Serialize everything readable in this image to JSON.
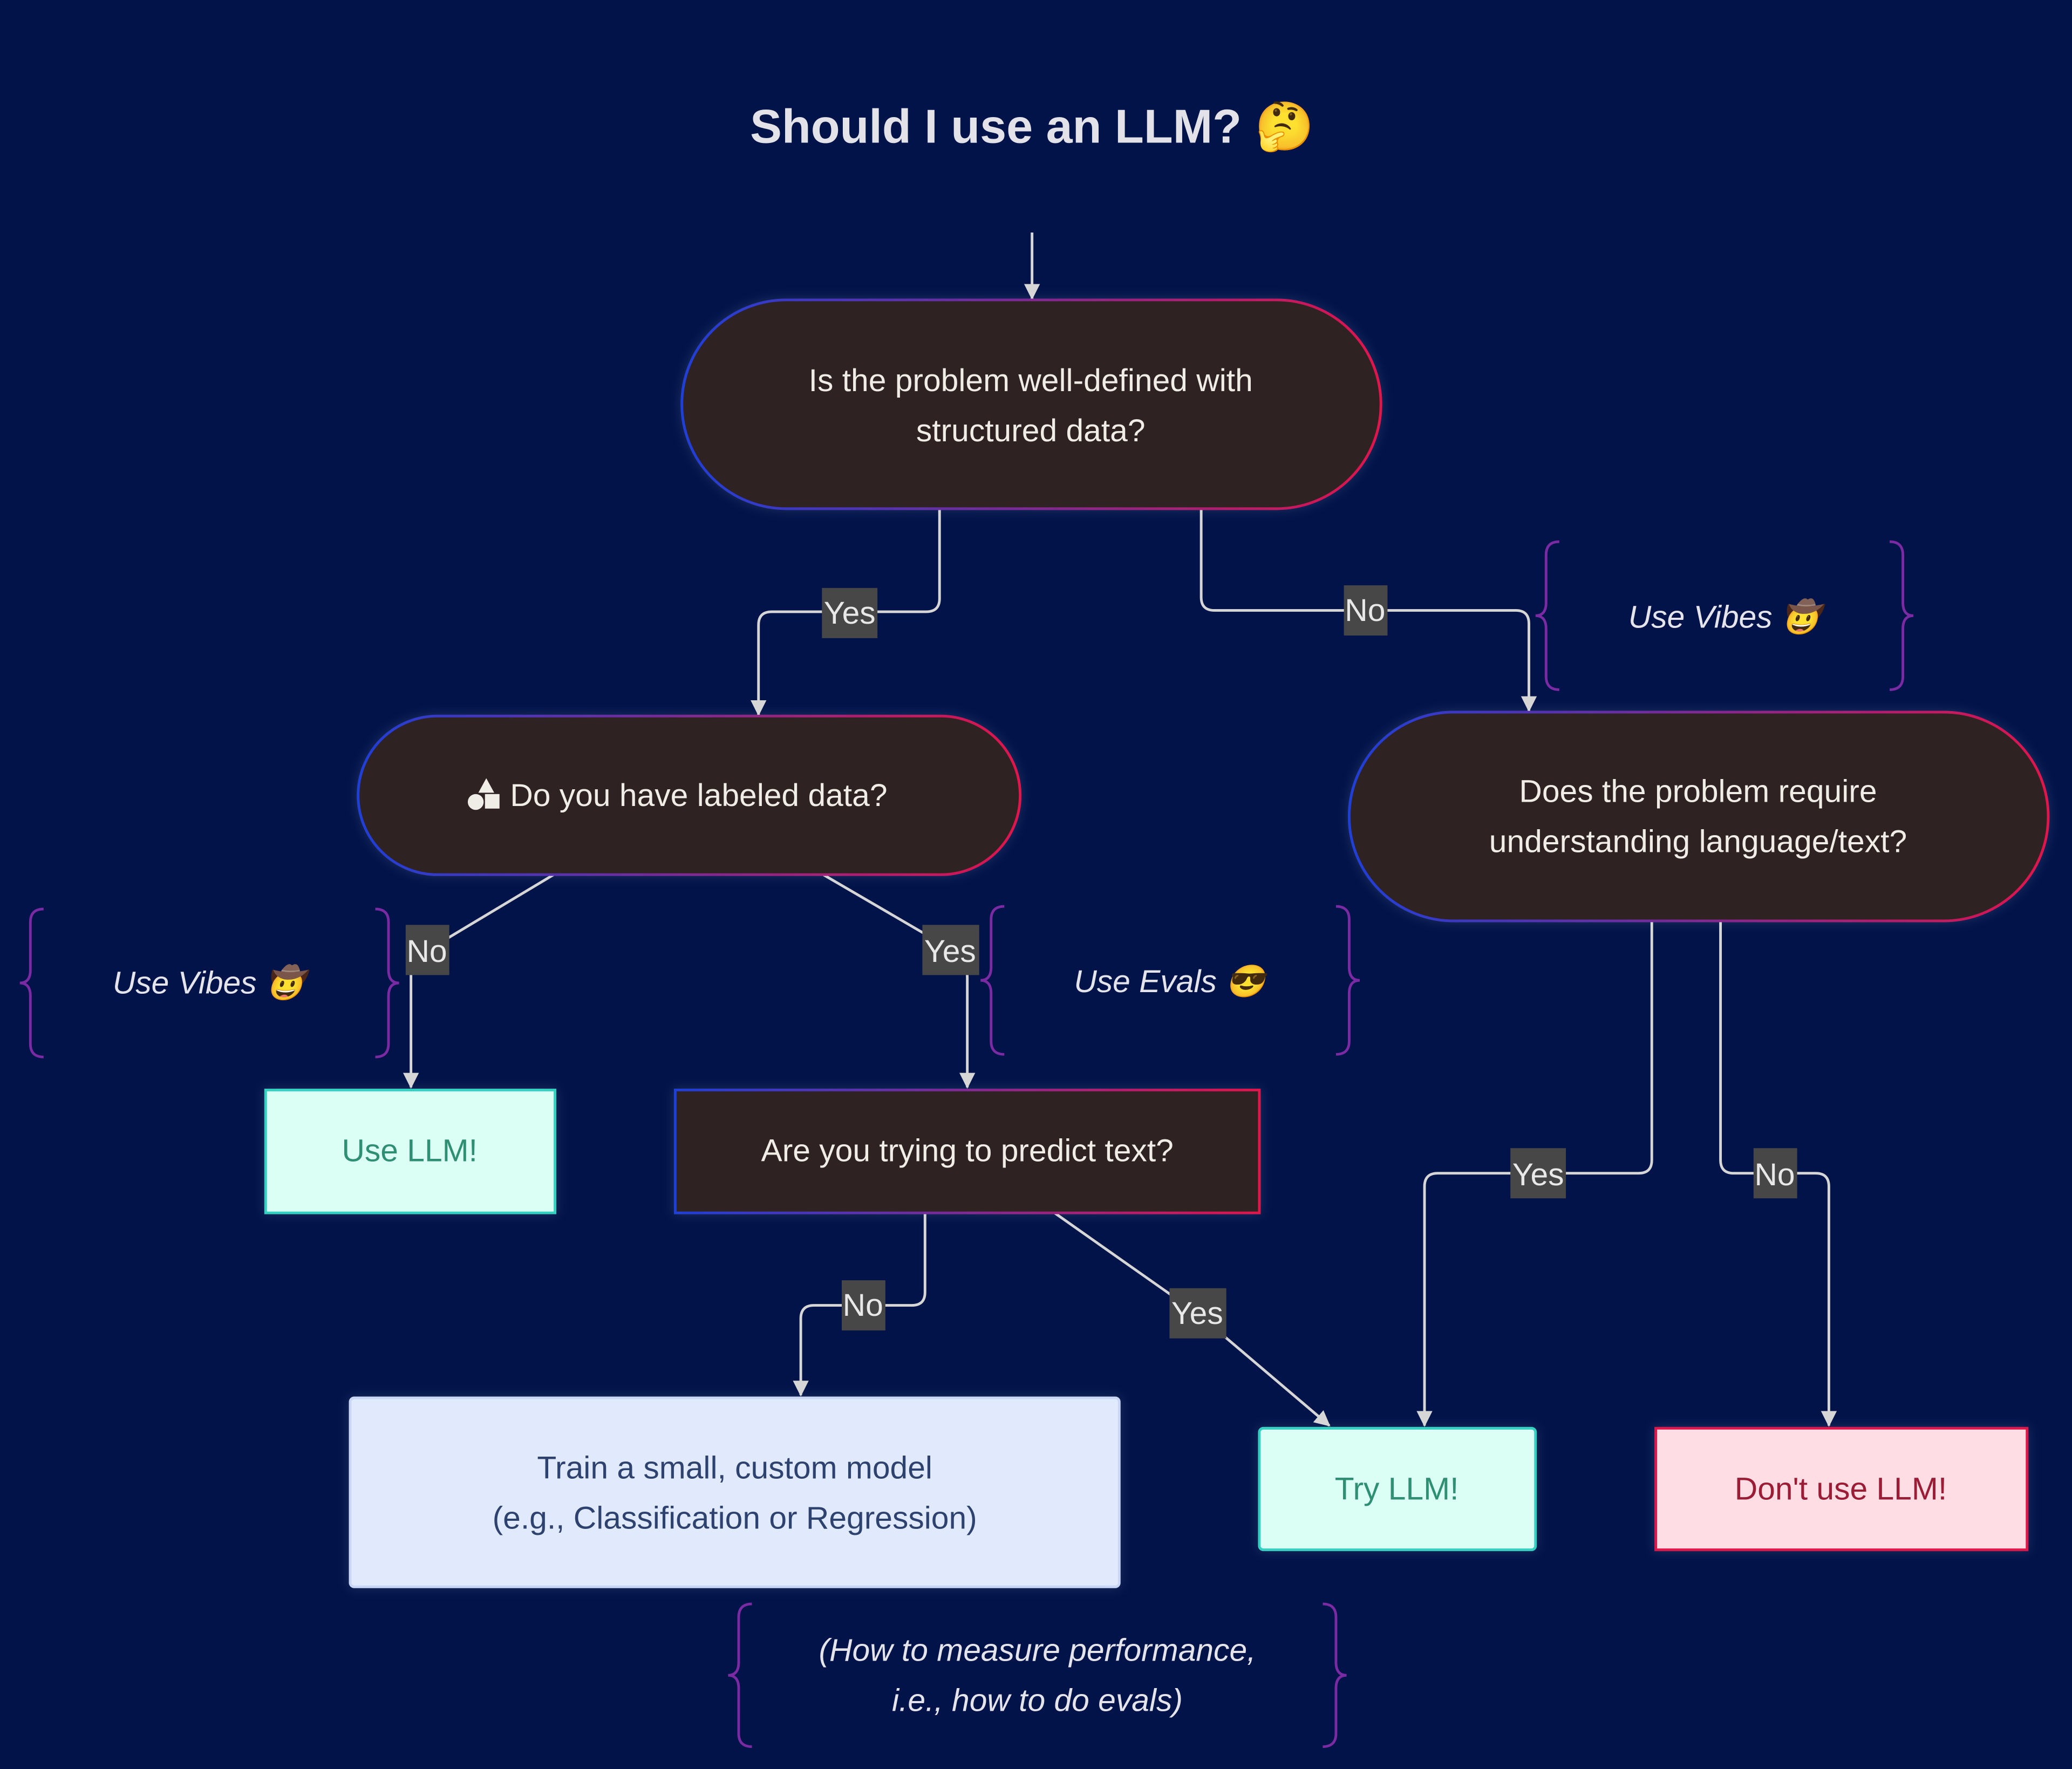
{
  "title": "Should I use an LLM? 🤔",
  "nodes": {
    "q_structured": {
      "line1": "Is the problem well-defined with",
      "line2": "structured data?"
    },
    "q_labeled": {
      "icon": "shapes-icon",
      "text": "Do you have labeled data?"
    },
    "q_language": {
      "line1": "Does the problem require",
      "line2": "understanding language/text?"
    },
    "q_predict": {
      "text": "Are you trying to predict text?"
    },
    "use_llm": {
      "text": "Use LLM!"
    },
    "train_model": {
      "line1": "Train a small, custom model",
      "line2": "(e.g., Classification or Regression)"
    },
    "try_llm": {
      "text": "Try LLM!"
    },
    "dont_use": {
      "text": "Don't use LLM!"
    }
  },
  "edge_labels": {
    "structured_yes": "Yes",
    "structured_no": "No",
    "labeled_no": "No",
    "labeled_yes": "Yes",
    "language_yes": "Yes",
    "language_no": "No",
    "predict_no": "No",
    "predict_yes": "Yes"
  },
  "comments": {
    "vibes_top": "Use Vibes 🤠",
    "vibes_left": "Use Vibes 🤠",
    "evals": "Use Evals 😎",
    "measure_line1": "(How to measure performance,",
    "measure_line2": "i.e., how to do evals)"
  },
  "colors": {
    "background": "#011349",
    "decision_fill": "#2d2121",
    "gradient_start": "#1f3fd8",
    "gradient_end": "#e0144c",
    "teal_fill": "#dcfff5",
    "teal_stroke": "#35d1c0",
    "blue_fill": "#e1eafd",
    "red_fill": "#ffdde4",
    "red_stroke": "#e0144c",
    "brace": "#7a2aa3"
  }
}
